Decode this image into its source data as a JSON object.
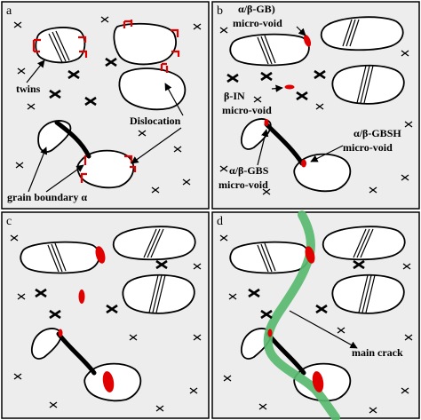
{
  "panels": {
    "a": {
      "letter": "a",
      "labels": {
        "twins": "twins",
        "dislocation": "Dislocation",
        "grain_boundary": "grain boundary α"
      }
    },
    "b": {
      "letter": "b",
      "labels": {
        "gb_line1": "α/β-GB)",
        "gb_line2": "micro-void",
        "in_line1": "β-IN",
        "in_line2": "micro-void",
        "gbsh_line1": "α/β-GBSH",
        "gbsh_line2": "micro-void",
        "gbs_line1": "α/β-GBS",
        "gbs_line2": "micro-void"
      }
    },
    "c": {
      "letter": "c"
    },
    "d": {
      "letter": "d",
      "labels": {
        "main_crack": "main crack"
      }
    }
  },
  "colors": {
    "micro_void": "#e10000",
    "main_crack": "#58b86f",
    "panel_background": "#ededed",
    "grain_fill": "#ffffff"
  }
}
